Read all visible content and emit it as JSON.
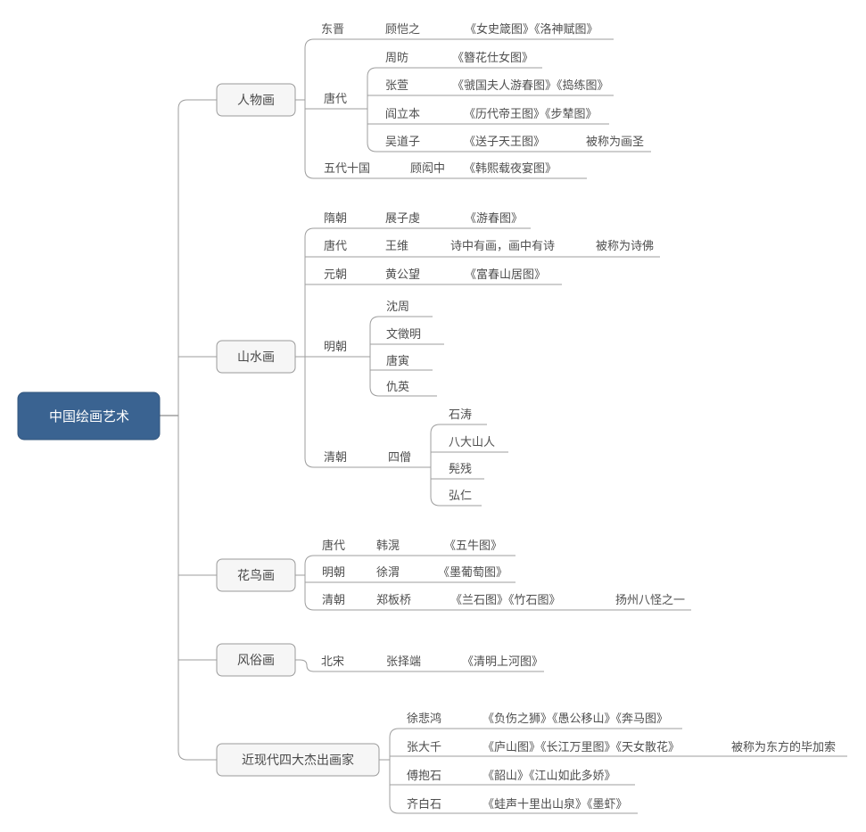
{
  "root": {
    "label": "中国绘画艺术"
  },
  "branches": [
    {
      "label": "人物画",
      "rows": [
        {
          "era": "东晋",
          "artist": "顾恺之",
          "works": "《女史箴图》《洛神赋图》"
        },
        {
          "era": "唐代",
          "children": [
            {
              "artist": "周昉",
              "works": "《簪花仕女图》"
            },
            {
              "artist": "张萱",
              "works": "《虢国夫人游春图》《捣练图》"
            },
            {
              "artist": "阎立本",
              "works": "《历代帝王图》《步辇图》"
            },
            {
              "artist": "吴道子",
              "works": "《送子天王图》",
              "note": "被称为画圣"
            }
          ]
        },
        {
          "era": "五代十国",
          "artist": "顾闳中",
          "works": "《韩熙载夜宴图》"
        }
      ]
    },
    {
      "label": "山水画",
      "rows": [
        {
          "era": "隋朝",
          "artist": "展子虔",
          "works": "《游春图》"
        },
        {
          "era": "唐代",
          "artist": "王维",
          "works": "诗中有画，画中有诗",
          "note": "被称为诗佛"
        },
        {
          "era": "元朝",
          "artist": "黄公望",
          "works": "《富春山居图》"
        },
        {
          "era": "明朝",
          "children": [
            {
              "artist": "沈周"
            },
            {
              "artist": "文徵明"
            },
            {
              "artist": "唐寅"
            },
            {
              "artist": "仇英"
            }
          ]
        },
        {
          "era": "清朝",
          "group": "四僧",
          "children": [
            {
              "artist": "石涛"
            },
            {
              "artist": "八大山人"
            },
            {
              "artist": "髡残"
            },
            {
              "artist": "弘仁"
            }
          ]
        }
      ]
    },
    {
      "label": "花鸟画",
      "rows": [
        {
          "era": "唐代",
          "artist": "韩滉",
          "works": "《五牛图》"
        },
        {
          "era": "明朝",
          "artist": "徐渭",
          "works": "《墨葡萄图》"
        },
        {
          "era": "清朝",
          "artist": "郑板桥",
          "works": "《兰石图》《竹石图》",
          "note": "扬州八怪之一"
        }
      ]
    },
    {
      "label": "风俗画",
      "rows": [
        {
          "era": "北宋",
          "artist": "张择端",
          "works": "《清明上河图》"
        }
      ]
    },
    {
      "label": "近现代四大杰出画家",
      "rows": [
        {
          "artist": "徐悲鸿",
          "works": "《负伤之狮》《愚公移山》《奔马图》"
        },
        {
          "artist": "张大千",
          "works": "《庐山图》《长江万里图》《天女散花》",
          "note": "被称为东方的毕加索"
        },
        {
          "artist": "傅抱石",
          "works": "《韶山》《江山如此多娇》"
        },
        {
          "artist": "齐白石",
          "works": "《蛙声十里出山泉》《墨虾》"
        }
      ]
    }
  ],
  "colors": {
    "root_bg": "#3a6391",
    "root_text": "#ffffff",
    "node_bg": "#f6f6f6",
    "node_border": "#9a9a9a",
    "line": "#9e9e9e",
    "text": "#4f4f4f"
  }
}
